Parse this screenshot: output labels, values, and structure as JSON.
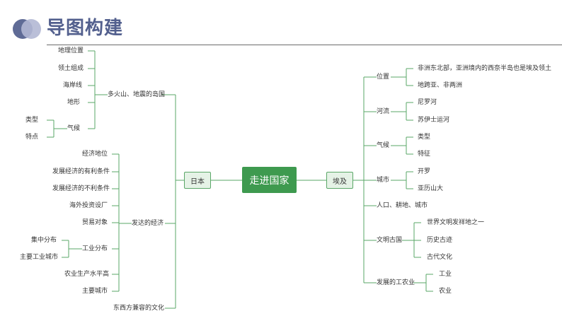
{
  "header": {
    "title": "导图构建"
  },
  "center": "走进国家",
  "left": {
    "root": "日本",
    "branches": [
      {
        "label": "多火山、地震的岛国",
        "items": [
          {
            "label": "地理位置"
          },
          {
            "label": "领土组成"
          },
          {
            "label": "海岸线"
          },
          {
            "label": "地形"
          },
          {
            "label": "气候",
            "children": [
              "类型",
              "特点"
            ]
          }
        ]
      },
      {
        "label": "发达的经济",
        "items": [
          {
            "label": "经济地位"
          },
          {
            "label": "发展经济的有利条件"
          },
          {
            "label": "发展经济的不利条件"
          },
          {
            "label": "海外投资设厂"
          },
          {
            "label": "贸易对象"
          },
          {
            "label": "工业分布",
            "children": [
              "集中分布",
              "主要工业城市"
            ]
          },
          {
            "label": "农业生产水平高"
          },
          {
            "label": "主要城市"
          }
        ]
      },
      {
        "label": "东西方兼容的文化",
        "items": []
      }
    ]
  },
  "right": {
    "root": "埃及",
    "branches": [
      {
        "label": "位置",
        "children": [
          "非洲东北部，亚洲境内的西奈半岛也是埃及领土",
          "地跨亚、非两洲"
        ]
      },
      {
        "label": "河流",
        "children": [
          "尼罗河",
          "苏伊士运河"
        ]
      },
      {
        "label": "气候",
        "children": [
          "类型",
          "特征"
        ]
      },
      {
        "label": "城市",
        "children": [
          "开罗",
          "亚历山大"
        ]
      },
      {
        "label": "人口、耕地、城市",
        "children": []
      },
      {
        "label": "文明古国",
        "children": [
          "世界文明发祥地之一",
          "历史古迹",
          "古代文化"
        ]
      },
      {
        "label": "发展的工农业",
        "children": [
          "工业",
          "农业"
        ]
      }
    ]
  }
}
